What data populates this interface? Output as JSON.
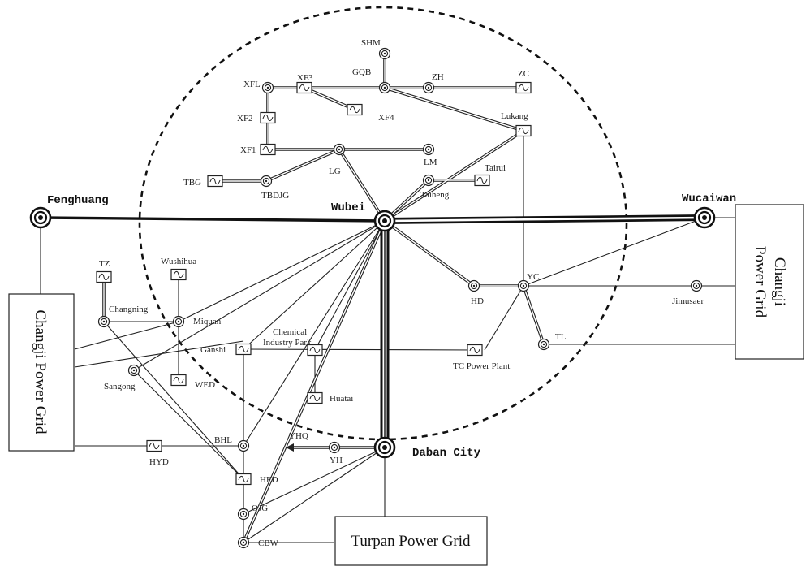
{
  "diagram": {
    "hubs": {
      "fenghuang": "Fenghuang",
      "wubei": "Wubei",
      "wucaiwan": "Wucaiwan",
      "daban": "Daban City"
    },
    "grids": {
      "changji_left": "Changji Power Grid",
      "changji_right_line1": "Changji",
      "changji_right_line2": "Power Grid",
      "turpan": "Turpan Power Grid"
    },
    "nodes": {
      "shm": "SHM",
      "gqb": "GQB",
      "xfl": "XFL",
      "xf3": "XF3",
      "zh": "ZH",
      "zc": "ZC",
      "xf2": "XF2",
      "xf4": "XF4",
      "lukang": "Lukang",
      "xf1": "XF1",
      "lg": "LG",
      "lm": "LM",
      "tairui": "Tairui",
      "tbg": "TBG",
      "tbdjg": "TBDJG",
      "taiheng": "Taiheng",
      "tz": "TZ",
      "wushihua": "Wushihua",
      "changning": "Changning",
      "miquan": "Miquan",
      "yc": "YC",
      "hd": "HD",
      "jimusaer": "Jimusaer",
      "tl": "TL",
      "chemical_line1": "Chemical",
      "chemical_line2": "Industry Park",
      "ganshi": "Ganshi",
      "tc_power_plant": "TC Power Plant",
      "sangong": "Sangong",
      "wed": "WED",
      "huatai": "Huatai",
      "yhq": "YHQ",
      "yh": "YH",
      "bhl": "BHL",
      "hyd": "HYD",
      "hed": "HED",
      "qjg": "QJG",
      "cbw": "CBW"
    }
  }
}
